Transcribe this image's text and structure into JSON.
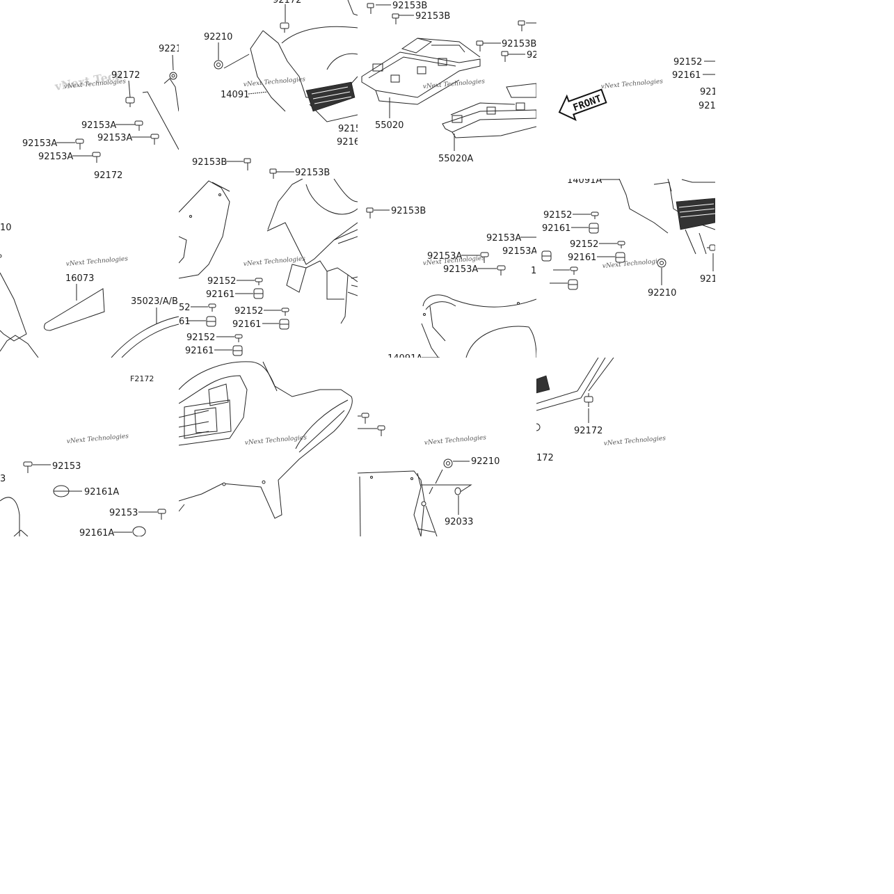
{
  "watermark": "vNext Technologies",
  "front_marker": "FRONT",
  "labels": {
    "t1": {
      "l_92172_top": "92172",
      "l_9221_cut": "9221",
      "l_92153A_1": "92153A",
      "l_92153A_2": "92153A",
      "l_92153A_3": "92153A",
      "l_92153A_4": "92153A",
      "l_92172_bot": "92172"
    },
    "t2": {
      "l_92172_cut": "92172",
      "l_92210": "92210",
      "l_14091": "14091",
      "l_9215_cut": "9215",
      "l_9216_cut": "9216",
      "l_92153B_a": "92153B",
      "l_92153B_b": "92153B"
    },
    "t3": {
      "l_92153B_1": "92153B",
      "l_92153B_2": "92153B",
      "l_92153B_3": "92153B",
      "l_92_cut": "92",
      "l_55020": "55020",
      "l_55020A": "55020A"
    },
    "t4": {
      "l_92152": "92152",
      "l_92161": "92161",
      "l_921_a": "921",
      "l_921_b": "921"
    },
    "t5": {
      "l_10": "10",
      "l_16073": "16073",
      "l_35023": "35023/A/B"
    },
    "t6": {
      "l_92153B_c": "92153B",
      "l_92153B_d": "92153B",
      "l_153B": "153B",
      "l_92152_a": "92152",
      "l_92161_a": "92161",
      "l_52": "52",
      "l_61": "61",
      "l_92152_b": "92152",
      "l_92161_b": "92161",
      "l_92152_c": "92152",
      "l_92161_c": "92161"
    },
    "t7": {
      "l_92153A_a": "92153A",
      "l_92153A_b": "92153A",
      "l_92153A_c": "92153A",
      "l_92153A_d": "92153A",
      "l_152": "152",
      "l_161": "161",
      "l_14091A": "14091A"
    },
    "t8": {
      "l_14091A_top": "14091A",
      "l_92152_a": "92152",
      "l_92161_a": "92161",
      "l_92152_b": "92152",
      "l_92161_b": "92161",
      "l_92210": "92210",
      "l_921_cut": "921"
    },
    "t9": {
      "l_F2172": "F2172",
      "l_3": "3",
      "l_92153_a": "92153",
      "l_92161A_a": "92161A",
      "l_92153_b": "92153",
      "l_92161A_b": "92161A"
    },
    "t11": {
      "l_92210": "92210",
      "l_92033": "92033"
    },
    "t12": {
      "l_172": "172",
      "l_92172": "92172"
    }
  }
}
